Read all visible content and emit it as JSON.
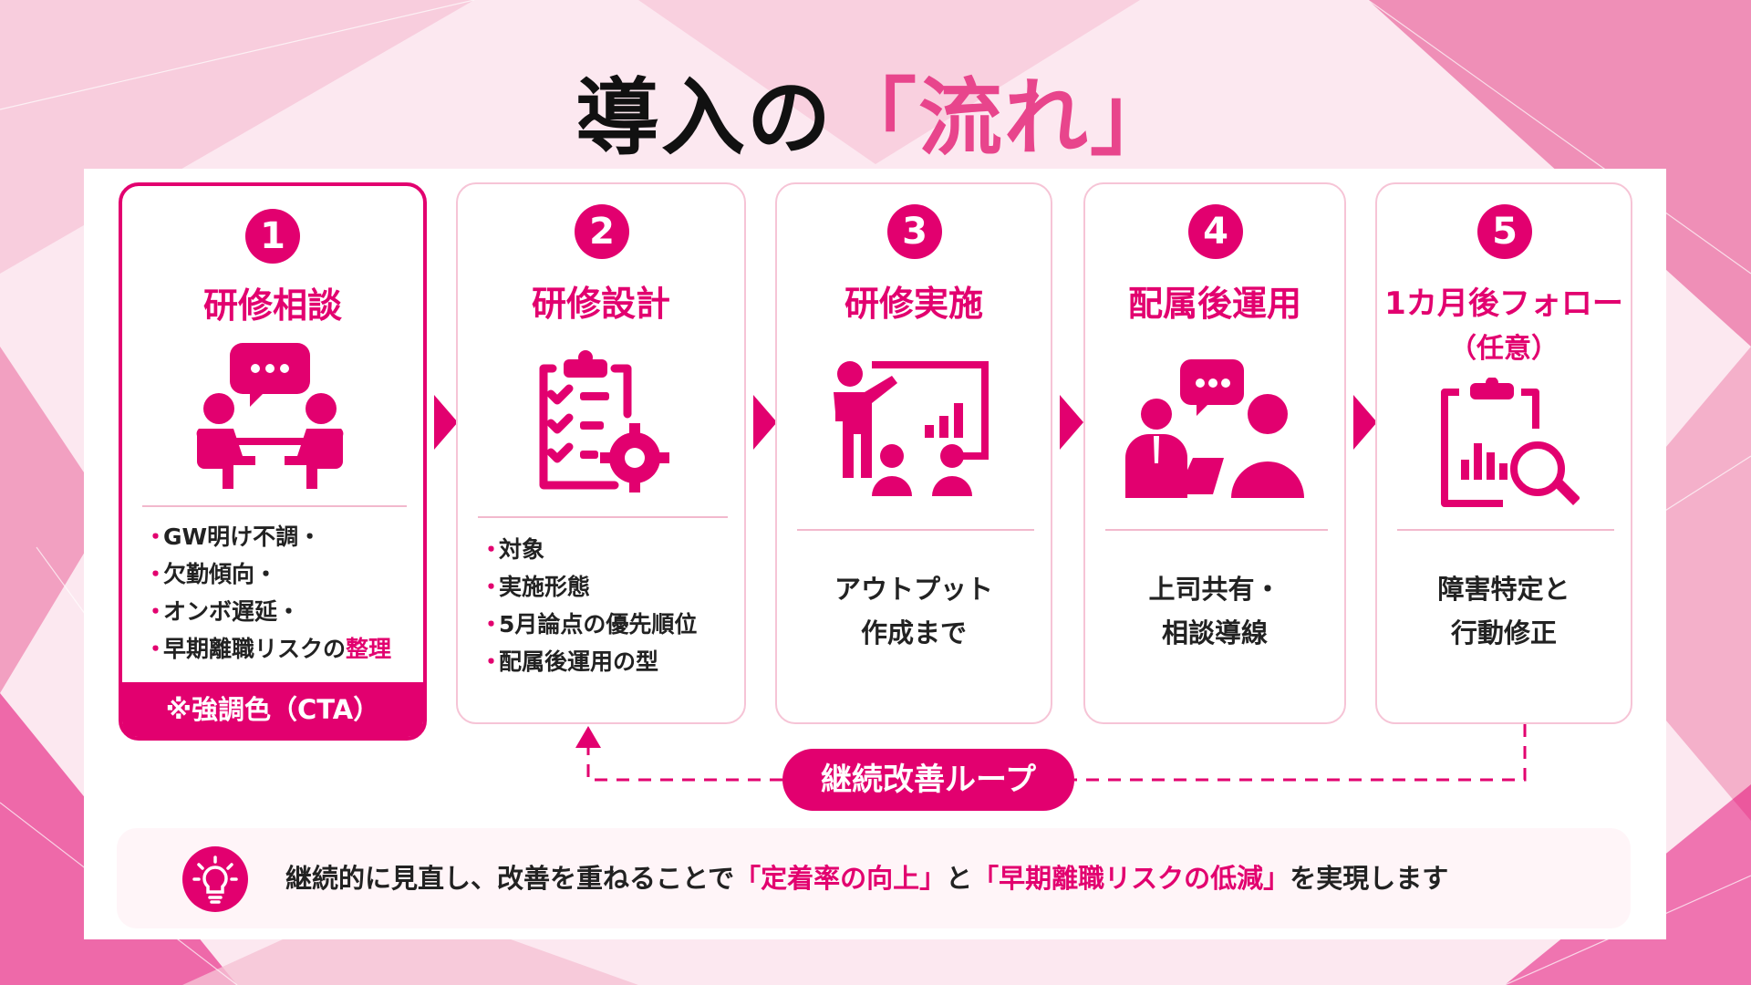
{
  "title": {
    "main": "導入の",
    "highlight": "「流れ」"
  },
  "steps": [
    {
      "num": "1",
      "title": "研修相談",
      "icon": "meeting-icon",
      "bullets": [
        "GW明け不調・",
        "欠勤傾向・",
        "オンボ遅延・"
      ],
      "bullet_last_prefix": "早期離職リスクの",
      "bullet_last_em": "整理",
      "cta": "※強調色（CTA）"
    },
    {
      "num": "2",
      "title": "研修設計",
      "icon": "clipboard-gear-icon",
      "bullets": [
        "対象",
        "実施形態",
        "5月論点の優先順位",
        "配属後運用の型"
      ]
    },
    {
      "num": "3",
      "title": "研修実施",
      "icon": "presentation-icon",
      "lines": [
        "アウトプット",
        "作成まで"
      ]
    },
    {
      "num": "4",
      "title": "配属後運用",
      "icon": "consultation-icon",
      "lines": [
        "上司共有・",
        "相談導線"
      ]
    },
    {
      "num": "5",
      "title": "1カ月後フォロー",
      "subtitle": "（任意）",
      "icon": "report-search-icon",
      "lines": [
        "障害特定と",
        "行動修正"
      ]
    }
  ],
  "loop_label": "継続改善ループ",
  "note": {
    "icon": "lightbulb-icon",
    "text_1": "継続的に見直し、改善を重ねることで",
    "em_1": "「定着率の向上」",
    "text_2": "と",
    "em_2": "「早期離職リスクの低減」",
    "text_3": "を実現します"
  },
  "colors": {
    "accent": "#e2006f",
    "accent_light": "#e8458c",
    "border": "#f6c4d6"
  }
}
